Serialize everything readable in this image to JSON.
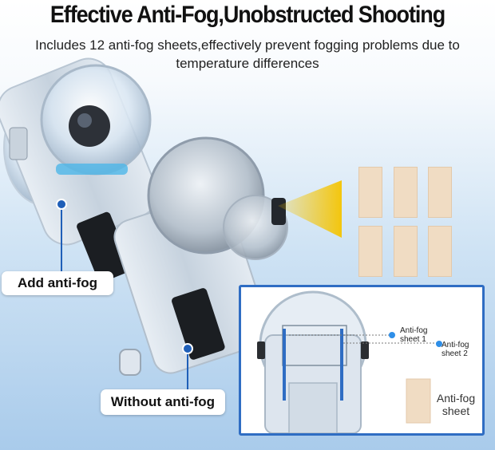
{
  "header": {
    "title": "Effective Anti-Fog,Unobstructed Shooting",
    "subtitle": "Includes 12 anti-fog sheets,effectively prevent fogging problems due to temperature differences"
  },
  "callouts": {
    "add_anti_fog": "Add anti-fog",
    "without_anti_fog": "Without anti-fog"
  },
  "inset": {
    "note_sheet_1": "Anti-fog\nsheet 1",
    "note_sheet_2": "Anti-fog\nsheet 2",
    "sheet_label": "Anti-fog sheet"
  },
  "colors": {
    "accent_blue": "#2f6dc3",
    "sheet_beige": "#f0dcc3",
    "light_beam": "#f5c400"
  }
}
